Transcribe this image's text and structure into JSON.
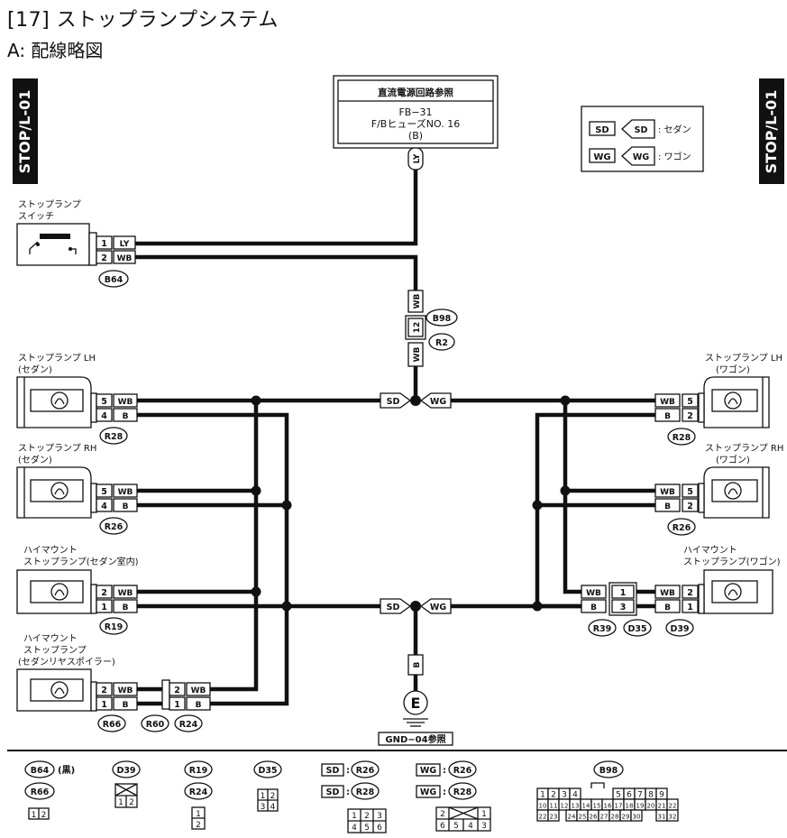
{
  "header": {
    "title": "[17] ストップランプシステム",
    "subtitle": "A:  配線略図"
  },
  "side_tabs": {
    "left": "STOP/L-01",
    "right": "STOP/L-01"
  },
  "power_box": {
    "title": "直流電源回路参照",
    "line1": "FB−31",
    "line2": "F/BヒューズNO. 16",
    "line3": "(B)"
  },
  "legend": {
    "sd": "SD",
    "sd_text": ": セダン",
    "wg": "WG",
    "wg_text": ": ワゴン"
  },
  "components": {
    "stop_switch": {
      "label1": "ストップランプ",
      "label2": "スイッチ",
      "connector": "B64"
    },
    "lh_sedan": {
      "label1": "ストップランプ LH",
      "label2": "(セダン)",
      "connector": "R28"
    },
    "rh_sedan": {
      "label1": "ストップランプ RH",
      "label2": "(セダン)",
      "connector": "R26"
    },
    "hm_sedan_in": {
      "label1": "ハイマウント",
      "label2": "ストップランプ(セダン室内)",
      "connector": "R19"
    },
    "hm_sedan_spoiler": {
      "label1": "ハイマウント",
      "label2": "ストップランプ",
      "label3": "(セダンリヤスポイラー)",
      "connector1": "R66",
      "connector2": "R60",
      "connector3": "R24"
    },
    "lh_wagon": {
      "label1": "ストップランプ LH",
      "label2": "(ワゴン)",
      "connector": "R28"
    },
    "rh_wagon": {
      "label1": "ストップランプ RH",
      "label2": "(ワゴン)",
      "connector": "R26"
    },
    "hm_wagon": {
      "label1": "ハイマウント",
      "label2": "ストップランプ(ワゴン)",
      "connector1": "R39",
      "connector2": "D35",
      "connector3": "D39"
    }
  },
  "wires": {
    "ly": "LY",
    "wb": "WB",
    "b": "B"
  },
  "pins": {
    "p1": "1",
    "p2": "2",
    "p3": "3",
    "p4": "4",
    "p5": "5",
    "p12": "12"
  },
  "junction": {
    "b98": "B98",
    "r2": "R2",
    "sd": "SD",
    "wg": "WG"
  },
  "ground": {
    "symbol": "E",
    "ref": "GND−04参照"
  },
  "footer": {
    "b64": "B64",
    "b64_color": "(黒)",
    "r66": "R66",
    "d39": "D39",
    "r19": "R19",
    "r24": "R24",
    "d35": "D35",
    "sd": "SD",
    "wg": "WG",
    "r26": "R26",
    "r28": "R28",
    "b98": "B98",
    "b98_pins": [
      "1",
      "2",
      "3",
      "4",
      "5",
      "6",
      "7",
      "8",
      "9",
      "10",
      "11",
      "12",
      "13",
      "14",
      "15",
      "16",
      "17",
      "18",
      "19",
      "20",
      "21",
      "22",
      "23",
      "24",
      "25",
      "26",
      "27",
      "28",
      "29",
      "30",
      "31",
      "32"
    ],
    "pins_12": [
      "1",
      "2"
    ],
    "pins_1234": [
      "1",
      "2",
      "3",
      "4"
    ],
    "pins_456": [
      "1",
      "2",
      "3",
      "4",
      "5",
      "6"
    ]
  }
}
